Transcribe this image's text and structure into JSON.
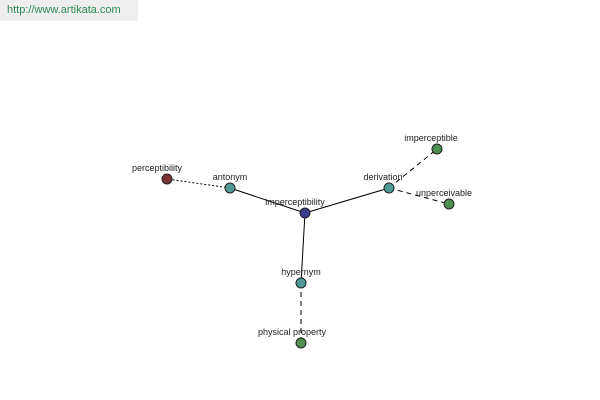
{
  "watermark": {
    "text": "http://www.artikata.com"
  },
  "colors": {
    "center_node": "#3b3f8c",
    "relation_node": "#4f9a96",
    "leaf_node": "#4f8f4f",
    "antonym_leaf_node": "#7a3232",
    "watermark_text": "#2e8b57",
    "watermark_bg": "#eeeeee"
  },
  "nodes": {
    "center": {
      "label": "imperceptibility"
    },
    "antonym": {
      "label": "antonym"
    },
    "derivation": {
      "label": "derivation"
    },
    "hypernym": {
      "label": "hypernym"
    },
    "perceptibility": {
      "label": "perceptibility"
    },
    "imperceptible": {
      "label": "imperceptible"
    },
    "unperceivable": {
      "label": "unperceivable"
    },
    "physical_property": {
      "label": "physical property"
    }
  }
}
